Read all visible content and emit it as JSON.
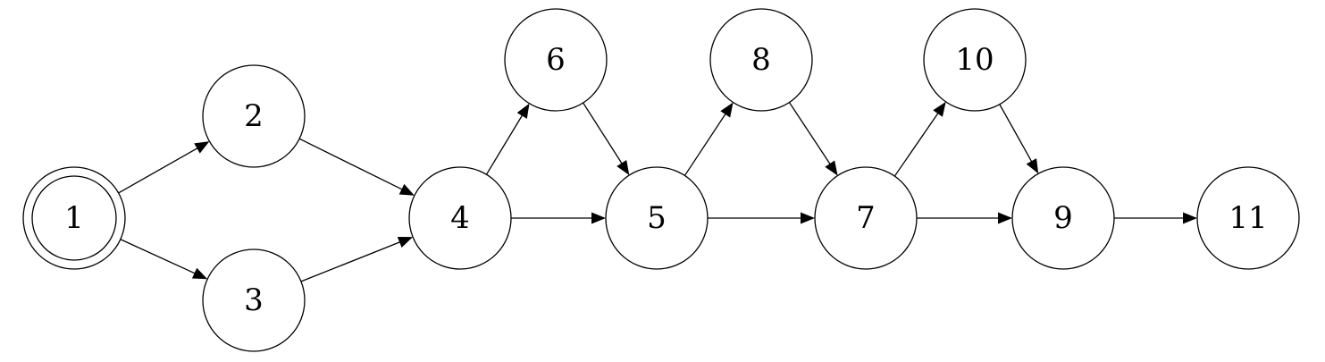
{
  "graph": {
    "start_node": "1",
    "nodes": [
      {
        "id": "1",
        "label": "1"
      },
      {
        "id": "2",
        "label": "2"
      },
      {
        "id": "3",
        "label": "3"
      },
      {
        "id": "4",
        "label": "4"
      },
      {
        "id": "5",
        "label": "5"
      },
      {
        "id": "6",
        "label": "6"
      },
      {
        "id": "7",
        "label": "7"
      },
      {
        "id": "8",
        "label": "8"
      },
      {
        "id": "9",
        "label": "9"
      },
      {
        "id": "10",
        "label": "10"
      },
      {
        "id": "11",
        "label": "11"
      }
    ],
    "edges": [
      {
        "from": "1",
        "to": "2"
      },
      {
        "from": "1",
        "to": "3"
      },
      {
        "from": "2",
        "to": "4"
      },
      {
        "from": "3",
        "to": "4"
      },
      {
        "from": "4",
        "to": "5"
      },
      {
        "from": "4",
        "to": "6"
      },
      {
        "from": "6",
        "to": "5"
      },
      {
        "from": "5",
        "to": "7"
      },
      {
        "from": "5",
        "to": "8"
      },
      {
        "from": "8",
        "to": "7"
      },
      {
        "from": "7",
        "to": "9"
      },
      {
        "from": "7",
        "to": "10"
      },
      {
        "from": "10",
        "to": "9"
      },
      {
        "from": "9",
        "to": "11"
      }
    ]
  }
}
